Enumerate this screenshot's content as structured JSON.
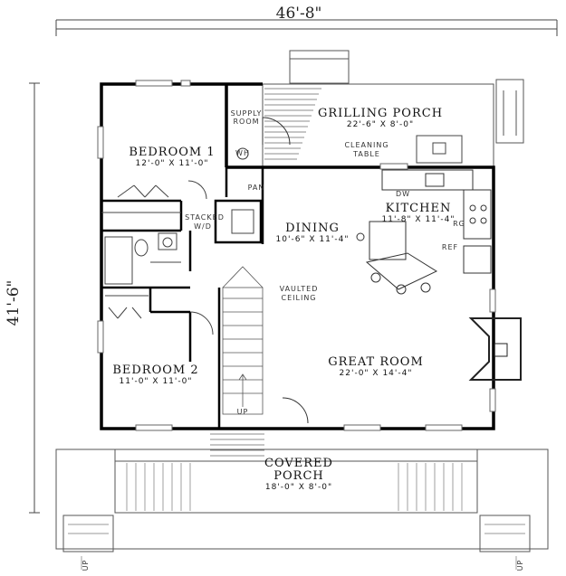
{
  "overall": {
    "width": "46'-8\"",
    "depth": "41'-6\""
  },
  "rooms": {
    "bedroom1": {
      "name": "BEDROOM 1",
      "dims": "12'-0\" X 11'-0\""
    },
    "bedroom2": {
      "name": "BEDROOM 2",
      "dims": "11'-0\" X 11'-0\""
    },
    "dining": {
      "name": "DINING",
      "dims": "10'-6\" X 11'-4\""
    },
    "kitchen": {
      "name": "KITCHEN",
      "dims": "11'-8\" X 11'-4\""
    },
    "great_room": {
      "name": "GREAT ROOM",
      "dims": "22'-0\" X 14'-4\""
    },
    "grilling_porch": {
      "name": "GRILLING PORCH",
      "dims": "22'-6\" X 8'-0\""
    },
    "covered_porch": {
      "name1": "COVERED",
      "name2": "PORCH",
      "dims": "18'-0\" X 8'-0\""
    }
  },
  "labels": {
    "supply1": "SUPPLY",
    "supply2": "ROOM",
    "cleaning1": "CLEANING",
    "cleaning2": "TABLE",
    "pan": "PAN",
    "stacked1": "STACKED",
    "stacked2": "W/D",
    "vaulted1": "VAULTED",
    "vaulted2": "CEILING",
    "dw": "DW",
    "rg": "RG",
    "ref": "REF",
    "wh": "WH",
    "up_stairs": "UP",
    "up_left": "UP",
    "up_right": "UP"
  }
}
